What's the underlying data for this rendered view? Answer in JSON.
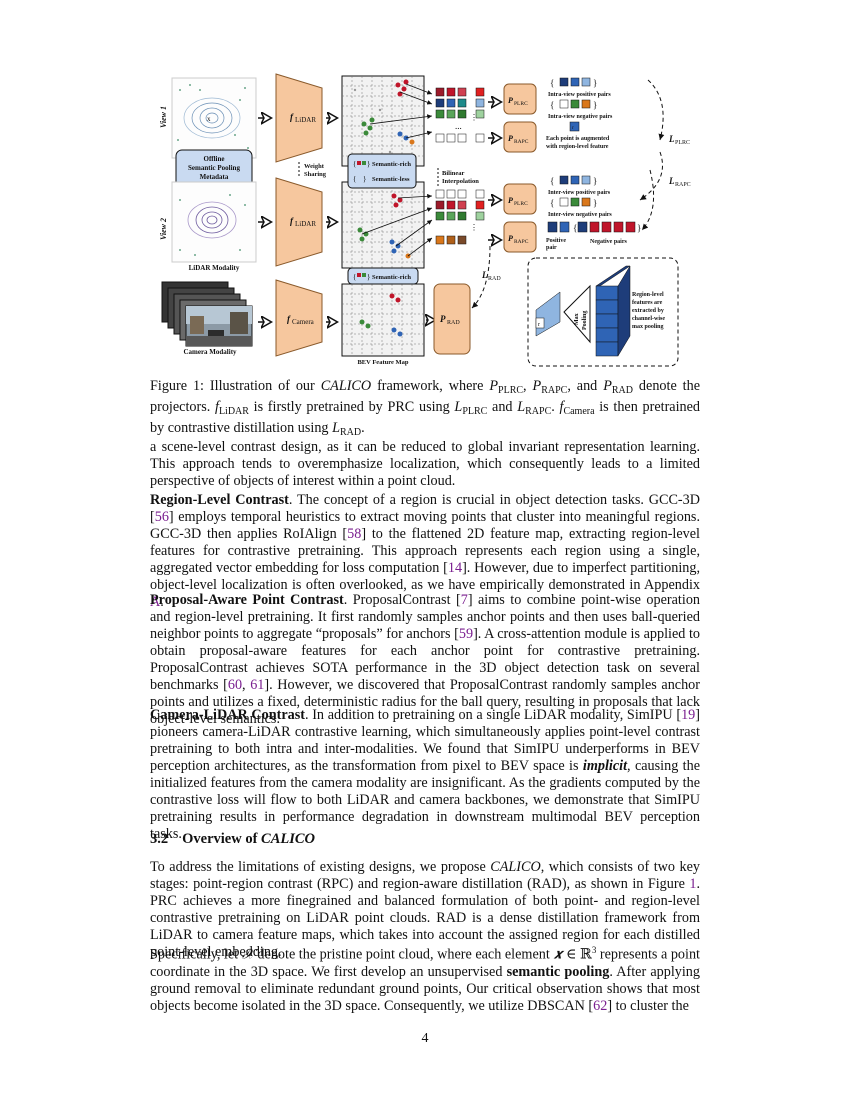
{
  "figure": {
    "view1": "View 1",
    "view2": "View 2",
    "lidar_modality": "LiDAR Modality",
    "camera_modality": "Camera Modality",
    "offline_pooling": [
      "Offline",
      "Semantic Pooling",
      "Metadata"
    ],
    "f_lidar": "LiDAR",
    "f_camera": "Camera",
    "weight_sharing": [
      "Weight",
      "Sharing"
    ],
    "semantic_rich": "Semantic-rich",
    "semantic_less": "Semantic-less",
    "bilinear": [
      "Bilinear",
      "Interpolation"
    ],
    "bev_feature_map": "BEV Feature Map",
    "p_plrc": "PLRC",
    "p_rapc": "RAPC",
    "p_rad": "RAD",
    "intra_pos": "Intra-view positive pairs",
    "intra_neg": "Intra-view negative pairs",
    "augmented": [
      "Each point is augmented",
      "with region-level feature"
    ],
    "inter_pos": "Inter-view positive pairs",
    "inter_neg": "Inter-view negative pairs",
    "positive_pair": [
      "Positive",
      "pair"
    ],
    "negative_pairs": "Negative pairs",
    "l_plrc": "PLRC",
    "l_rapc": "RAPC",
    "l_rad": "RAD",
    "max_pooling": [
      "Max",
      "Pooling"
    ],
    "region_level": [
      "Region-level",
      "features are",
      "extracted by",
      "channel-wise",
      "max pooling"
    ],
    "r_letter": "r",
    "colors": {
      "projector": "#f6c79e",
      "projector_stroke": "#8a5a2b",
      "pooling_box": "#c9daf1",
      "grid_bg": "#f2f2f2",
      "red": "#c0152a",
      "green": "#3b8a3a",
      "blue": "#2f64b5",
      "navy": "#1e3d7a",
      "orange": "#d9771b"
    }
  },
  "caption": {
    "prefix": "Figure 1: Illustration of our ",
    "name": "CALICO",
    "mid1": " framework, where ",
    "p1": "P",
    "p1s": "PLRC",
    "c1": ", ",
    "p2": "P",
    "p2s": "RAPC",
    "c2": ", and ",
    "p3": "P",
    "p3s": "RAD",
    "end1": " denote the projectors. ",
    "f1": "f",
    "f1s": "LiDAR",
    "mid2": " is firstly pretrained by PRC using ",
    "l1": "L",
    "l1s": "PLRC",
    "and": " and ",
    "l2": "L",
    "l2s": "RAPC",
    "dot": ". ",
    "f2": "f",
    "f2s": "Camera",
    "mid3": " is then pretrained by contrastive distillation using ",
    "l3": "L",
    "l3s": "RAD",
    "end": "."
  },
  "p_intro": "a scene-level contrast design, as it can be reduced to global invariant representation learning. This approach tends to overemphasize localization, which consequently leads to a limited perspective of objects of interest within a point cloud.",
  "p_region": {
    "title": "Region-Level Contrast",
    "t1": ". The concept of a region is crucial in object detection tasks. GCC-3D [",
    "r1": "56",
    "t2": "] employs temporal heuristics to extract moving points that cluster into meaningful regions. GCC-3D then applies RoIAlign [",
    "r2": "58",
    "t3": "] to the flattened 2D feature map, extracting region-level features for contrastive pretraining. This approach represents each region using a single, aggregated vector embedding for loss computation [",
    "r3": "14",
    "t4": "]. However, due to imperfect partitioning, object-level localization is often overlooked, as we have empirically demonstrated in Appendix ",
    "r4": "A",
    "t5": "."
  },
  "p_proposal": {
    "title": "Proposal-Aware Point Contrast",
    "t1": ". ProposalContrast [",
    "r1": "7",
    "t2": "] aims to combine point-wise operation and region-level pretraining. It first randomly samples anchor points and then uses ball-queried neighbor points to aggregate “proposals” for anchors [",
    "r2": "59",
    "t3": "]. A cross-attention module is applied to obtain proposal-aware features for each anchor point for contrastive pretraining. ProposalContrast achieves SOTA performance in the 3D object detection task on several benchmarks [",
    "r3": "60",
    "sep": ", ",
    "r4": "61",
    "t4": "]. However, we discovered that ProposalContrast randomly samples anchor points and utilizes a fixed, deterministic radius for the ball query, resulting in proposals that lack object-level semantics."
  },
  "p_camera": {
    "title": "Camera-LiDAR Contrast",
    "t1": ". In addition to pretraining on a single LiDAR modality, SimIPU [",
    "r1": "19",
    "t2": "] pioneers camera-LiDAR contrastive learning, which simultaneously applies point-level contrast pretraining to both intra and inter-modalities. We found that SimIPU underperforms in BEV perception architectures, as the transformation from pixel to BEV space is ",
    "em": "implicit",
    "t3": ", causing the initialized features from the camera modality are insignificant. As the gradients computed by the contrastive loss will flow to both LiDAR and camera backbones, we demonstrate that SimIPU pretraining results in performance degradation in downstream multimodal BEV perception tasks."
  },
  "section": {
    "number": "3.2",
    "title_prefix": "Overview of ",
    "title_name": "CALICO"
  },
  "p_overview": {
    "t1": "To address the limitations of existing designs, we propose ",
    "name": "CALICO",
    "t2": ", which consists of two key stages: point-region contrast (RPC) and region-aware distillation (RAD), as shown in Figure ",
    "r1": "1",
    "t3": ". PRC achieves a more finegrained and balanced formulation of both point- and region-level contrastive pretraining on LiDAR point clouds. RAD is a dense distillation framework from LiDAR to camera feature maps, which takes into account the assigned region for each distilled point-level embedding."
  },
  "p_spec": {
    "t1": "Specifically, let ",
    "X": "𝒳",
    "t2": " denote the pristine point cloud, where each element ",
    "x": "𝒙",
    "in": " ∈ ℝ",
    "sup": "3",
    "t3": " represents a point coordinate in the 3D space. We first develop an unsupervised ",
    "bold": "semantic pooling",
    "t4": ". After applying ground removal to eliminate redundant ground points, Our critical observation shows that most objects become isolated in the 3D space. Consequently, we utilize DBSCAN [",
    "r1": "62",
    "t5": "] to cluster the"
  },
  "page_number": "4"
}
